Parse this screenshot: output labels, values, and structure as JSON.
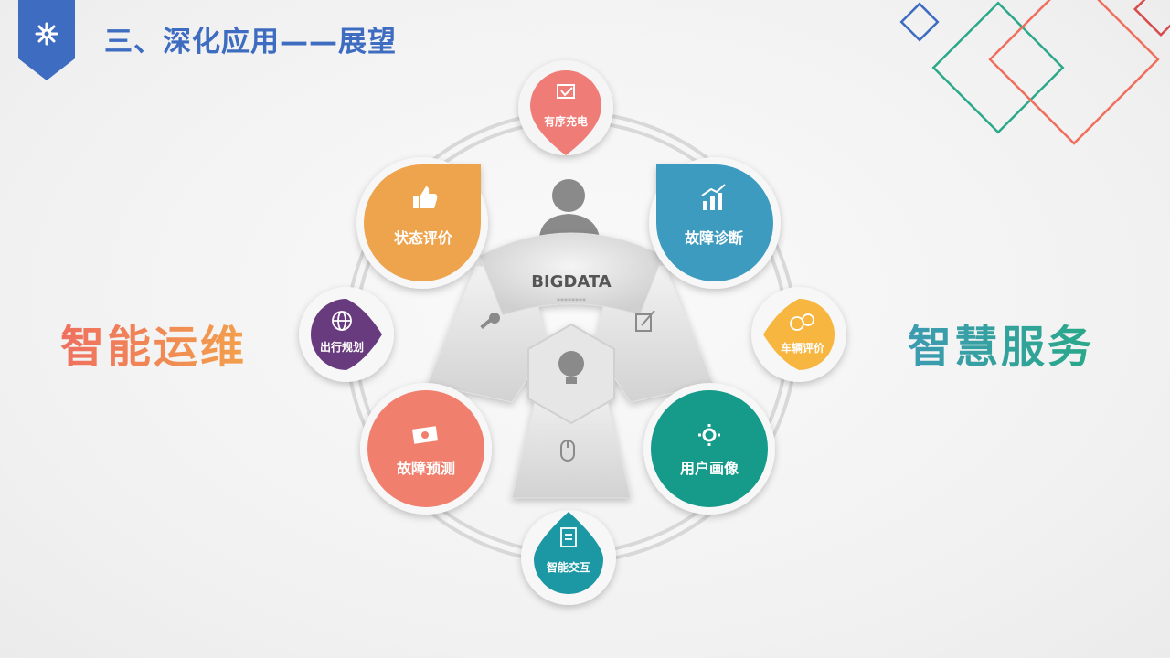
{
  "header": {
    "title": "三、深化应用——展望"
  },
  "left_label": "智能运维",
  "right_label": "智慧服务",
  "center": {
    "title": "BIGDATA",
    "subtitle": "********"
  },
  "nodes": {
    "top": {
      "label": "有序充电",
      "color": "#ef7b76",
      "icon": "checkbox-icon"
    },
    "upper_left": {
      "label": "状态评价",
      "color": "#eea34e",
      "icon": "thumbs-up-icon"
    },
    "upper_right": {
      "label": "故障诊断",
      "color": "#3d9bc0",
      "icon": "growth-chart-icon"
    },
    "mid_left": {
      "label": "出行规划",
      "color": "#673a7e",
      "icon": "globe-icon"
    },
    "mid_right": {
      "label": "车辆评价",
      "color": "#f6b63f",
      "icon": "coins-icon"
    },
    "lower_left": {
      "label": "故障预测",
      "color": "#f07f6e",
      "icon": "money-icon"
    },
    "lower_right": {
      "label": "用户画像",
      "color": "#159b8a",
      "icon": "gear-icon"
    },
    "bottom": {
      "label": "智能交互",
      "color": "#1c97a4",
      "icon": "document-icon"
    }
  }
}
